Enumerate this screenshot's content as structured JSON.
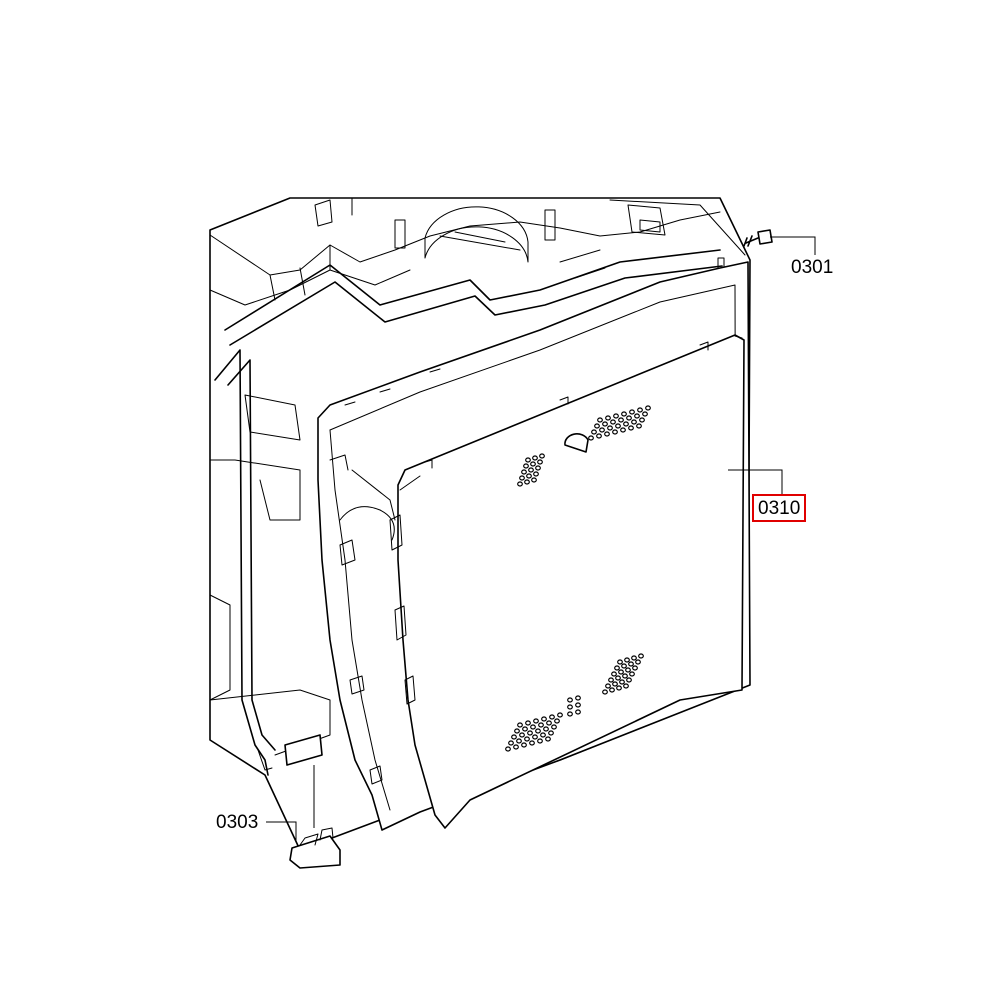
{
  "callouts": {
    "screw": {
      "text": "0301"
    },
    "clip": {
      "text": "0303"
    },
    "cover_panel": {
      "text": "0310",
      "highlight_color": "#e00000"
    }
  },
  "colors": {
    "line": "#000000",
    "background": "#ffffff"
  }
}
